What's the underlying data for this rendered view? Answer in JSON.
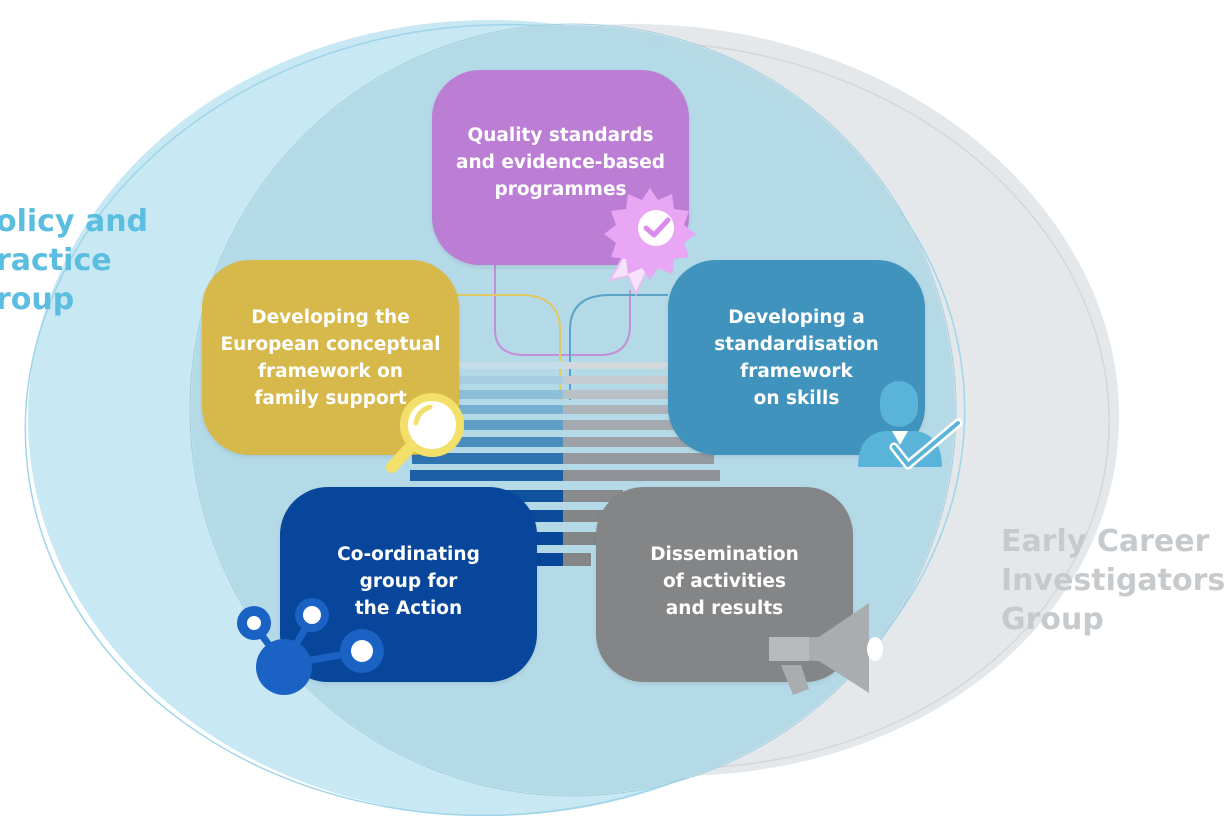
{
  "groups": {
    "policy": {
      "lines": [
        "olicy and",
        "ractice",
        "roup"
      ],
      "color": "#5bbde0"
    },
    "early_career": {
      "lines": [
        "Early Career",
        "Investigators",
        "Group"
      ],
      "color": "#c7cacd"
    }
  },
  "boxes": {
    "quality": {
      "lines": [
        "Quality standards",
        "and evidence-based",
        "programmes"
      ],
      "color": "#bc7dd4",
      "icon": "award-badge-icon"
    },
    "european": {
      "lines": [
        "Developing the",
        "European conceptual",
        "framework on",
        "family support"
      ],
      "color": "#d7b84a",
      "icon": "magnifier-icon"
    },
    "standardisation": {
      "lines": [
        "Developing a",
        "standardisation",
        "framework",
        "on skills"
      ],
      "color": "#4093bc",
      "icon": "person-check-icon"
    },
    "coordinating": {
      "lines": [
        "Co-ordinating",
        "group for",
        "the Action"
      ],
      "color": "#07469a",
      "icon": "network-icon"
    },
    "dissemination": {
      "lines": [
        "Dissemination",
        "of activities",
        "and results"
      ],
      "color": "#838587",
      "icon": "megaphone-icon"
    }
  }
}
